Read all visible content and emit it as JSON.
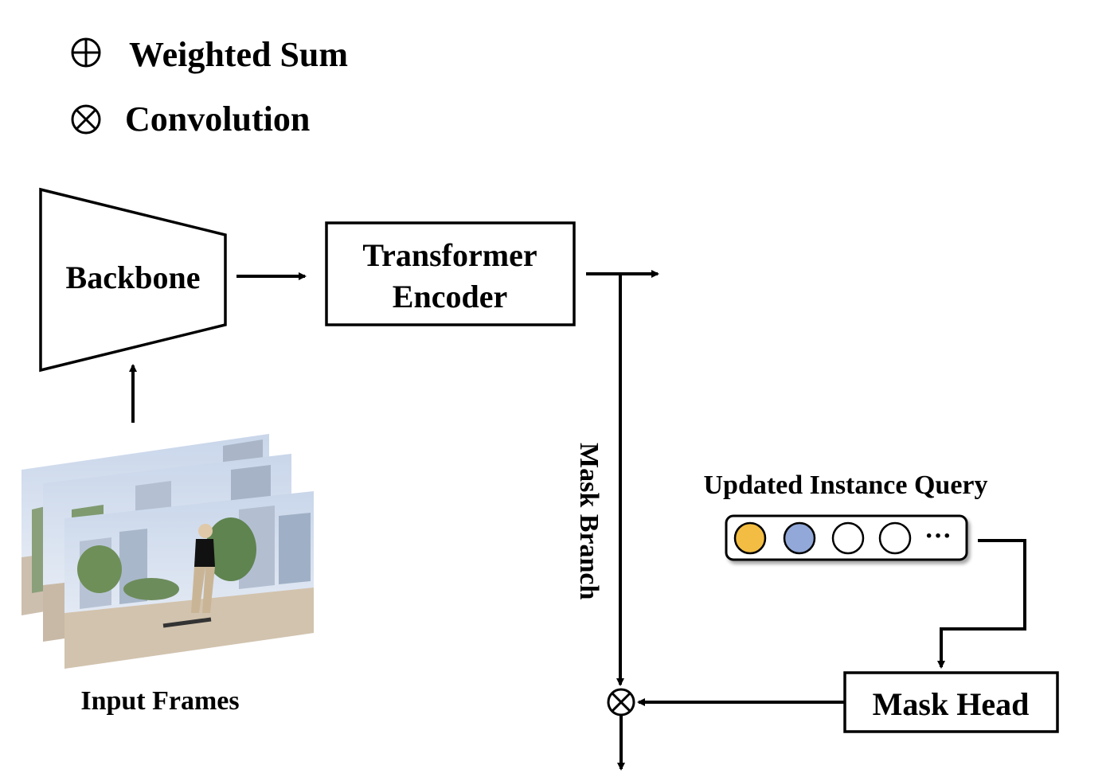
{
  "legend": {
    "weighted_sum_label": "Weighted Sum",
    "convolution_label": "Convolution"
  },
  "backbone": {
    "label": "Backbone"
  },
  "transformer_encoder": {
    "line1": "Transformer",
    "line2": "Encoder"
  },
  "mask_branch": {
    "label": "Mask Branch"
  },
  "instance_query": {
    "label": "Updated Instance Query",
    "ellipsis": "···",
    "circle_colors": [
      "#f2bd42",
      "#91a8d8",
      "#ffffff",
      "#ffffff"
    ]
  },
  "mask_head": {
    "label": "Mask Head"
  },
  "input_frames": {
    "label": "Input Frames"
  }
}
